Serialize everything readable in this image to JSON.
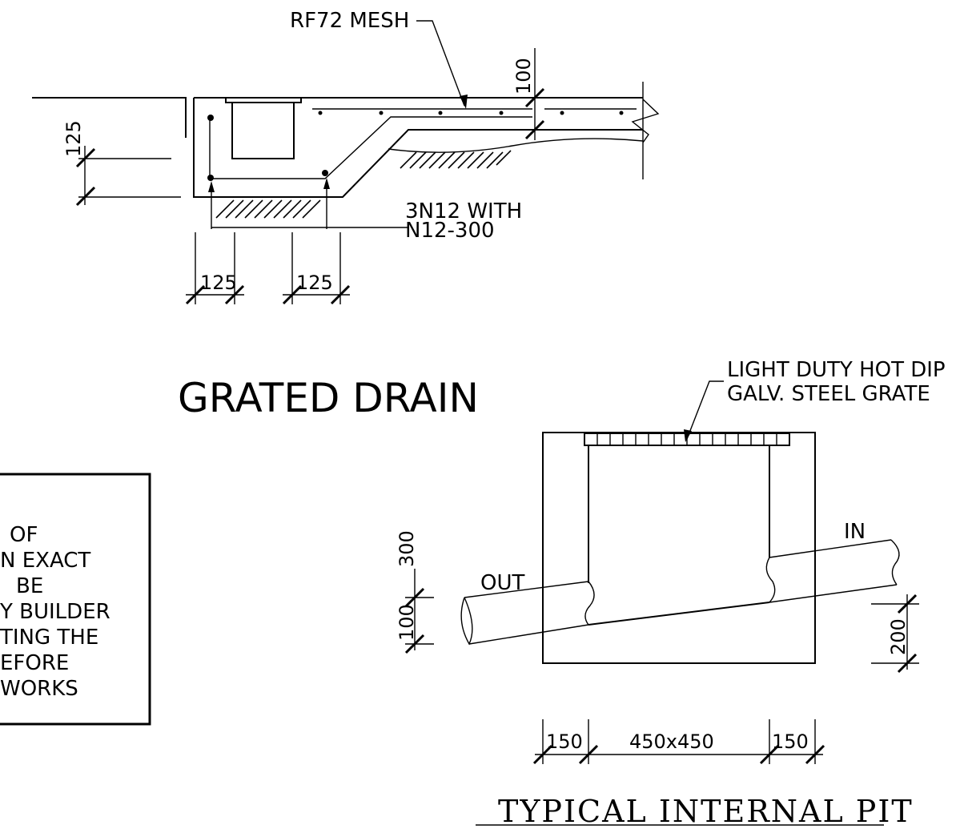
{
  "grated_drain": {
    "title": "GRATED DRAIN",
    "mesh_label": "RF72 MESH",
    "dim_slab_top": "100",
    "dim_left": "125",
    "bar_label_line1": "3N12 WITH",
    "bar_label_line2": "N12-300",
    "dim_bottom_1": "125",
    "dim_bottom_2": "125"
  },
  "note_box": {
    "lines": [
      "OF",
      "N EXACT",
      "BE",
      "Y BUILDER",
      "TING THE",
      "EFORE",
      "WORKS"
    ]
  },
  "pit": {
    "title": "TYPICAL INTERNAL PIT",
    "grate_label_line1": "LIGHT DUTY HOT DIP",
    "grate_label_line2": "GALV. STEEL GRATE",
    "in_label": "IN",
    "out_label": "OUT",
    "dim_left_top": "300",
    "dim_left_bottom": "100",
    "dim_right": "200",
    "dim_wall_left": "150",
    "dim_size": "450x450",
    "dim_wall_right": "150"
  }
}
